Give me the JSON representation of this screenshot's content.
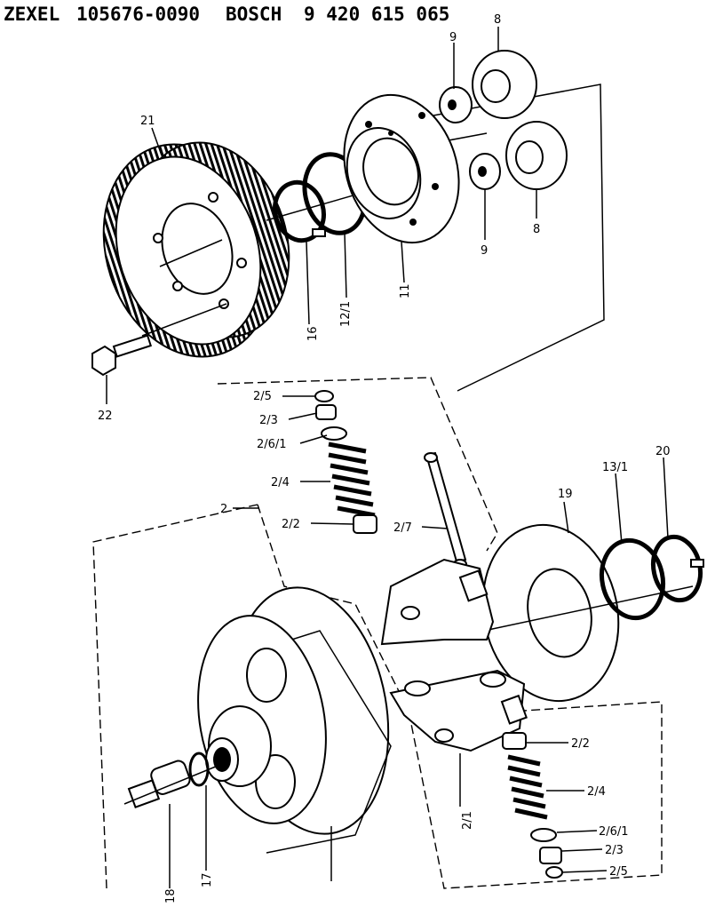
{
  "header": {
    "brand1": "ZEXEL",
    "part_number1": "105676-0090",
    "brand2": "BOSCH",
    "part_number2": "9 420 615 065"
  },
  "callouts": {
    "c8a": "8",
    "c9a": "9",
    "c21": "21",
    "c16": "16",
    "c12_1": "12/1",
    "c11": "11",
    "c9b": "9",
    "c8b": "8",
    "c22": "22",
    "c2_5a": "2/5",
    "c2_3a": "2/3",
    "c2_6_1a": "2/6/1",
    "c2_4a": "2/4",
    "c2": "2",
    "c2_2a": "2/2",
    "c2_7": "2/7",
    "c19": "19",
    "c13_1": "13/1",
    "c20": "20",
    "c2_2b": "2/2",
    "c2_4b": "2/4",
    "c2_1": "2/1",
    "c2_6_1b": "2/6/1",
    "c2_3b": "2/3",
    "c2_5b": "2/5",
    "c17": "17",
    "c18": "18"
  }
}
